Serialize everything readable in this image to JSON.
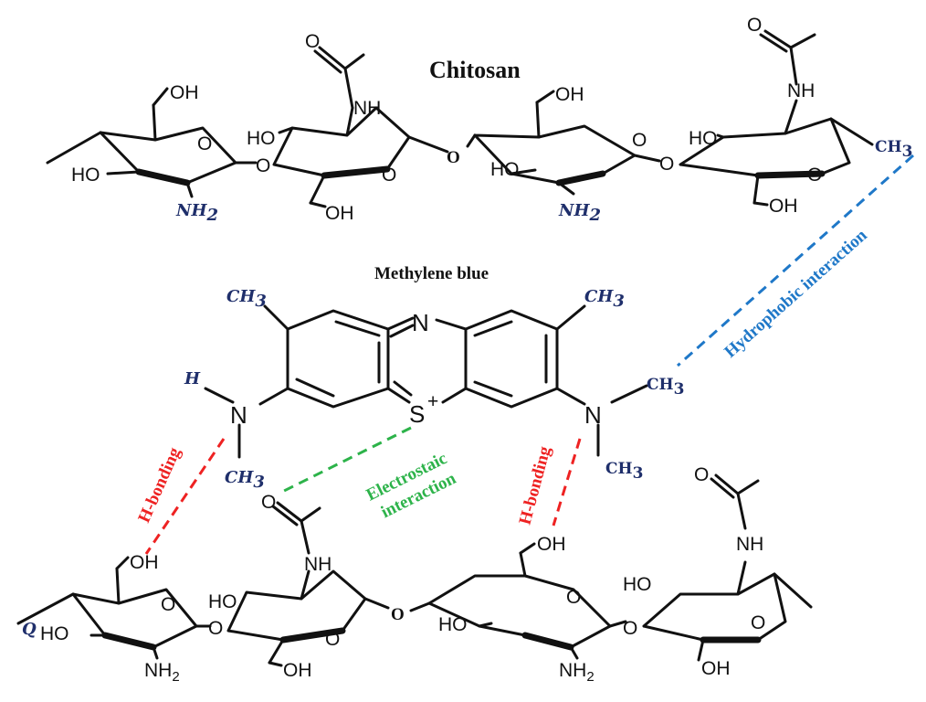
{
  "titles": {
    "chitosan": "Chitosan",
    "methylene_blue": "Methylene blue"
  },
  "labels": {
    "oh": "OH",
    "ho": "HO",
    "o": "O",
    "nh": "NH",
    "n": "N",
    "s": "S",
    "plus": "+",
    "nh2_base": "NH",
    "sub2": "2",
    "ch3_base": "CH",
    "sub3": "3",
    "h": "H",
    "q": "Q"
  },
  "interactions": {
    "hydrophobic": "Hydrophobic interaction",
    "electrostatic_line1": "Electrostaic",
    "electrostatic_line2": "interaction",
    "h_bonding": "H-bonding"
  },
  "colors": {
    "black": "#111111",
    "navy": "#1f2f6b",
    "red": "#ee2222",
    "green": "#2db34a",
    "blue": "#1f78c8"
  }
}
